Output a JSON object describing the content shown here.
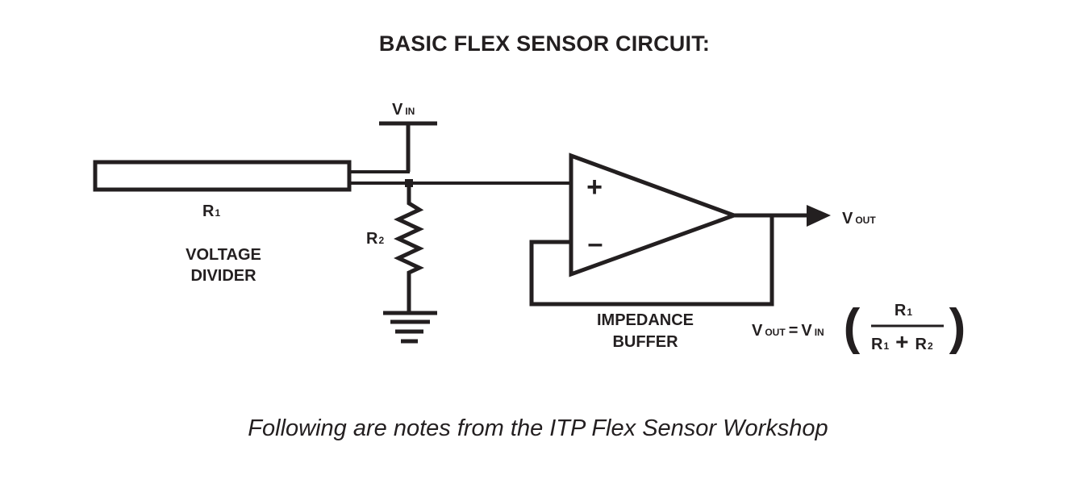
{
  "title": "BASIC FLEX SENSOR CIRCUIT:",
  "vin": {
    "main": "V",
    "sub": "IN"
  },
  "vout": {
    "main": "V",
    "sub": "OUT"
  },
  "r1": {
    "main": "R",
    "sub": "1"
  },
  "r2": {
    "main": "R",
    "sub": "2"
  },
  "voltage_divider": {
    "line1": "VOLTAGE",
    "line2": "DIVIDER"
  },
  "impedance_buffer": {
    "line1": "IMPEDANCE",
    "line2": "BUFFER"
  },
  "opamp": {
    "plus": "+",
    "minus": "–"
  },
  "formula": {
    "lhs_main": "V",
    "lhs_sub": "OUT",
    "equals": "=",
    "rhs_main": "V",
    "rhs_sub": "IN",
    "paren_open": "(",
    "paren_close": ")",
    "num_main": "R",
    "num_sub": "1",
    "den_a_main": "R",
    "den_a_sub": "1",
    "den_plus": "+",
    "den_b_main": "R",
    "den_b_sub": "2"
  },
  "caption": "Following are notes from the ITP Flex Sensor Workshop",
  "colors": {
    "ink": "#231f20",
    "background": "#ffffff"
  }
}
